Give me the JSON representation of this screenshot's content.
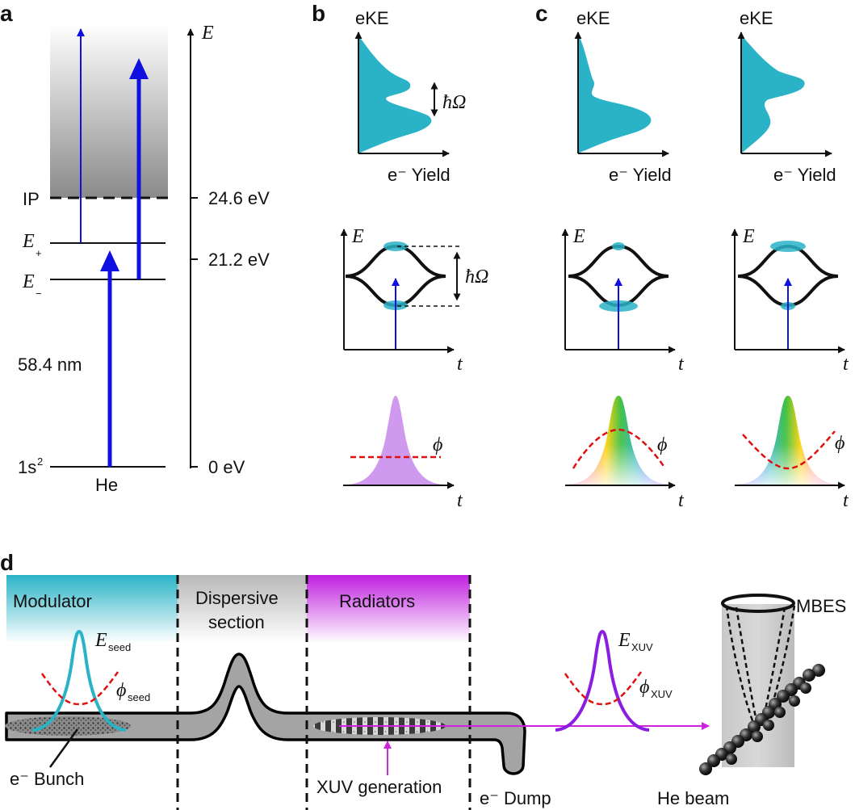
{
  "panels": {
    "a": "a",
    "b": "b",
    "c": "c",
    "d": "d"
  },
  "panel_a": {
    "energy_axis": "E",
    "levels": {
      "ip": "IP",
      "e_plus_main": "E",
      "e_plus_sub": "+",
      "e_minus_main": "E",
      "e_minus_sub": "−",
      "ground_main": "1s",
      "ground_sup": "2"
    },
    "energies": {
      "ip": "24.6 eV",
      "resonance": "21.2 eV",
      "zero": "0 eV"
    },
    "wavelength": "58.4 nm",
    "atom": "He"
  },
  "panel_b": {
    "spectrum_y": "eKE",
    "spectrum_x": "e⁻ Yield",
    "splitting": "ħΩ",
    "dressed_y": "E",
    "time": "t",
    "phase": "ϕ"
  },
  "panel_c": {
    "spectrum_y": "eKE",
    "spectrum_x": "e⁻ Yield",
    "dressed_y": "E",
    "time": "t",
    "phase": "ϕ"
  },
  "panel_d": {
    "sections": {
      "modulator": "Modulator",
      "dispersive_1": "Dispersive",
      "dispersive_2": "section",
      "radiators": "Radiators"
    },
    "seed_field_main": "E",
    "seed_field_sub": "seed",
    "seed_phase_main": "ϕ",
    "seed_phase_sub": "seed",
    "xuv_field_main": "E",
    "xuv_field_sub": "XUV",
    "xuv_phase_main": "ϕ",
    "xuv_phase_sub": "XUV",
    "bunch": "e⁻ Bunch",
    "xuv_generation": "XUV generation",
    "dump": "e⁻ Dump",
    "detector": "MBES",
    "he_beam": "He beam"
  },
  "colors": {
    "cyan": "#2ab3c6",
    "blue": "#1010e0",
    "red_dashed": "#e01010",
    "violet": "#8a1ee0",
    "magenta": "#d020e0",
    "lilac": "#cf99f0"
  }
}
